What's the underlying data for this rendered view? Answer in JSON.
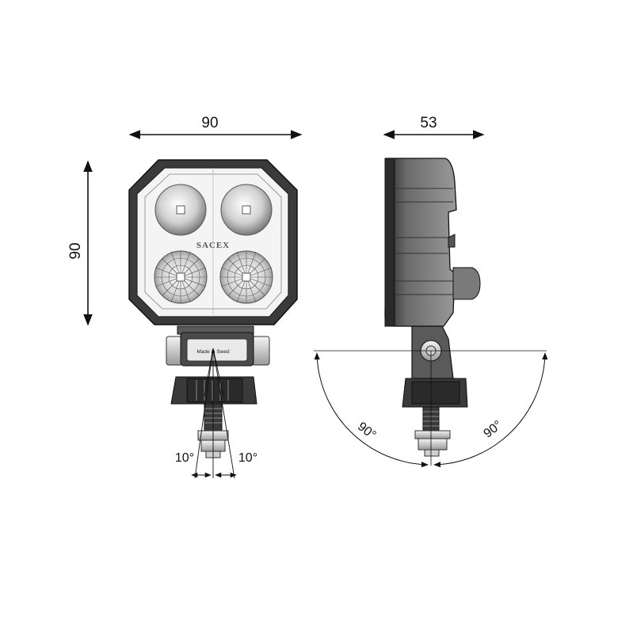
{
  "front_view": {
    "width_label": "90",
    "height_label": "90",
    "brand_label": "SACEX",
    "bracket_text": "Made in Swed",
    "tilt_left_label": "10°",
    "tilt_right_label": "10°"
  },
  "side_view": {
    "depth_label": "53",
    "swing_left_label": "90°",
    "swing_right_label": "90°"
  },
  "colors": {
    "housing_dark": "#3a3a3a",
    "lens_face": "#f2f2f2",
    "dimension_line": "#111111"
  }
}
